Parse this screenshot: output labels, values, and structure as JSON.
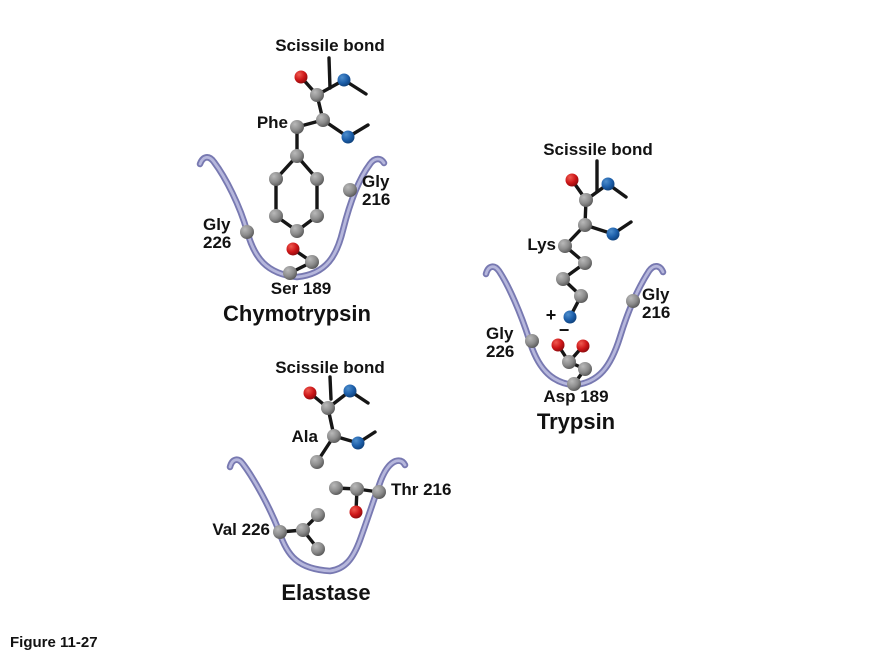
{
  "figure": {
    "caption": "Figure 11-27"
  },
  "colors": {
    "carbon": "#8b8b8b",
    "carbon_light": "#b9b9b9",
    "carbon_dark": "#4e4e4e",
    "oxygen": "#cc1517",
    "oxygen_light": "#ef5a50",
    "oxygen_dark": "#7e0a0d",
    "nitrogen": "#1c5ea9",
    "nitrogen_light": "#4e8ecd",
    "nitrogen_dark": "#0c3a70",
    "bond": "#161616",
    "pocket_outer": "#7879b1",
    "pocket_inner": "#b6b7dc",
    "text": "#121212",
    "background": "#ffffff"
  },
  "panels": {
    "chymotrypsin": {
      "scissile_bond_label": "Scissile bond",
      "side_chain_label": "Phe",
      "right_wall_label": "Gly 216",
      "left_wall_label": "Gly 226",
      "pocket_bottom_label": "Ser 189",
      "enzyme_name": "Chymotrypsin"
    },
    "trypsin": {
      "scissile_bond_label": "Scissile bond",
      "side_chain_label": "Lys",
      "right_wall_label": "Gly 216",
      "left_wall_label": "Gly 226",
      "pocket_bottom_label": "Asp 189",
      "enzyme_name": "Trypsin",
      "positive_charge": "+",
      "negative_charge": "−"
    },
    "elastase": {
      "scissile_bond_label": "Scissile bond",
      "side_chain_label": "Ala",
      "right_wall_label": "Thr 216",
      "left_wall_label": "Val 226",
      "enzyme_name": "Elastase"
    }
  }
}
